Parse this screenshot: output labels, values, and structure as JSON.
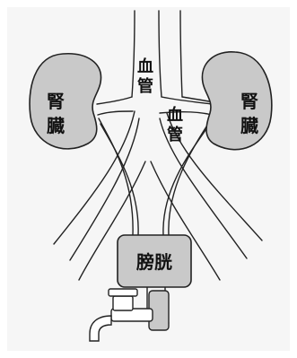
{
  "labels": {
    "kidney_left_line1": "腎",
    "kidney_left_line2": "臓",
    "kidney_right_line1": "腎",
    "kidney_right_line2": "臓",
    "vessel_upper_line1": "血",
    "vessel_upper_line2": "管",
    "vessel_lower_line1": "血",
    "vessel_lower_line2": "管",
    "bladder": "膀胱"
  },
  "colors": {
    "organ_fill": "#c9c9c9",
    "line": "#222222",
    "background": "#f7f7f7"
  }
}
